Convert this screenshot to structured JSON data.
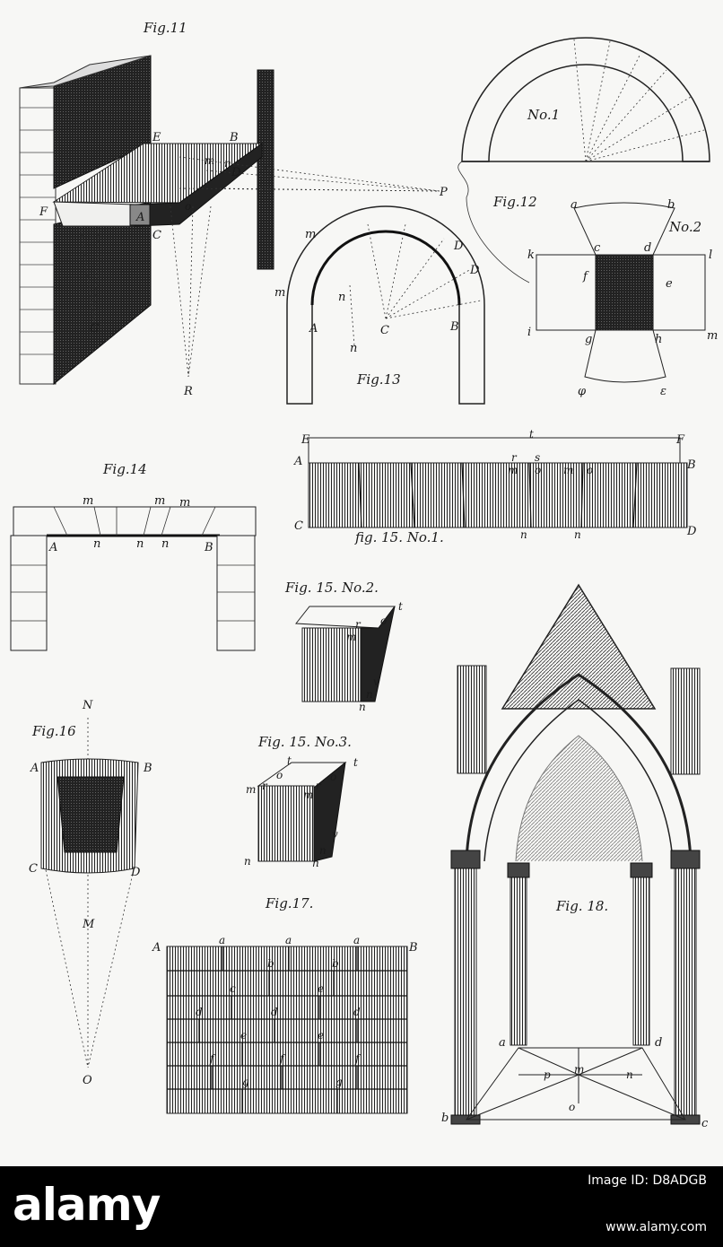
{
  "captions": {
    "fig11": "Fig.11",
    "fig12": "Fig.12",
    "fig12_no1": "No.1",
    "fig12_no2": "No.2",
    "fig13": "Fig.13",
    "fig14": "Fig.14",
    "fig15_no1": "fig. 15. No.1.",
    "fig15_no2": "Fig. 15. No.2.",
    "fig15_no3": "Fig. 15. No.3.",
    "fig16": "Fig.16",
    "fig17": "Fig.17.",
    "fig18": "Fig. 18."
  },
  "letters": {
    "A": "A",
    "B": "B",
    "C": "C",
    "D": "D",
    "E": "E",
    "F": "F",
    "G": "G",
    "M": "M",
    "N": "N",
    "O": "O",
    "P": "P",
    "R": "R",
    "a": "a",
    "b": "b",
    "c": "c",
    "d": "d",
    "e": "e",
    "f": "f",
    "g": "g",
    "h": "h",
    "i": "i",
    "k": "k",
    "l": "l",
    "m": "m",
    "n": "n",
    "o": "o",
    "p": "p",
    "r": "r",
    "s": "s",
    "t": "t",
    "v": "v",
    "phi": "φ",
    "eps": "ε"
  },
  "footer": {
    "logo": "alamy",
    "image_id": "Image ID: D8ADGB",
    "url": "www.alamy.com"
  }
}
